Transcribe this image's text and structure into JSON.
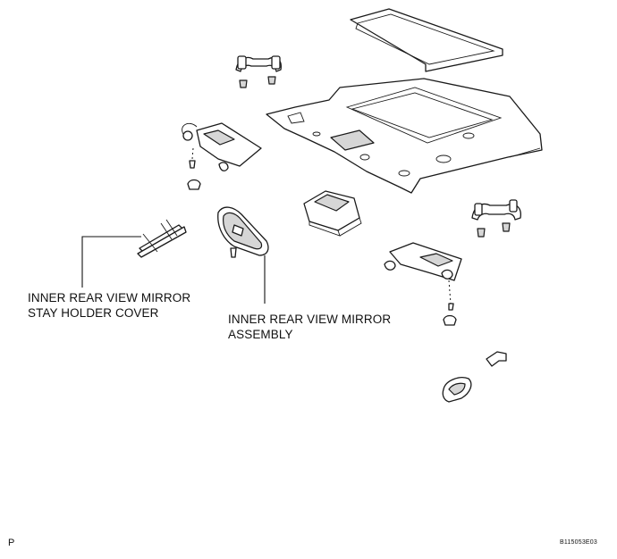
{
  "callouts": {
    "stay_holder_cover": {
      "line1": "INNER REAR VIEW MIRROR",
      "line2": "STAY HOLDER COVER"
    },
    "mirror_assembly": {
      "line1": "INNER REAR VIEW MIRROR",
      "line2": "ASSEMBLY"
    }
  },
  "footer": {
    "page_marker": "P",
    "figure_code": "B115053E03"
  }
}
